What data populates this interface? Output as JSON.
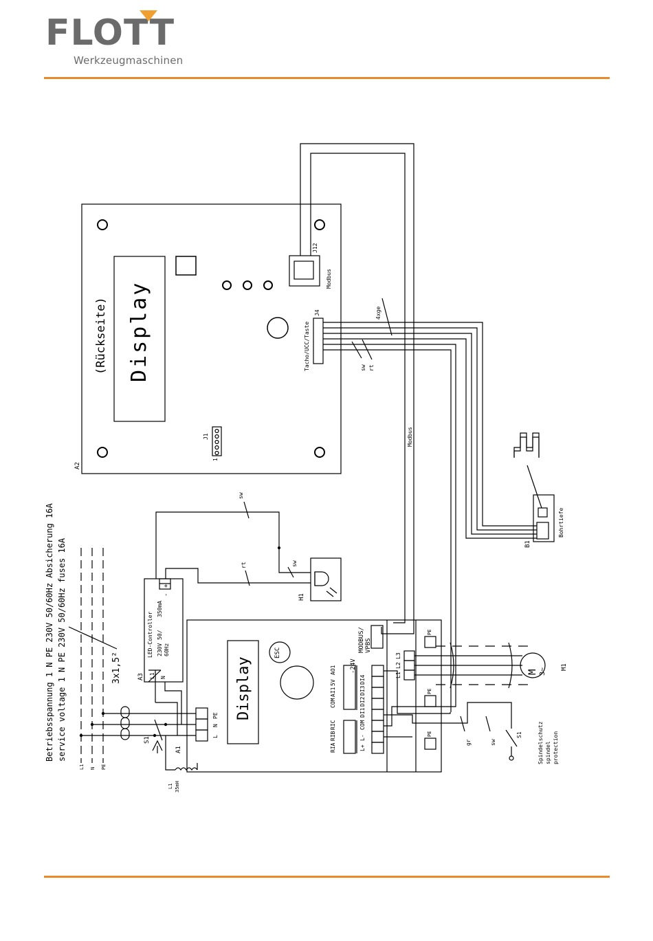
{
  "logo": {
    "word": "FLOTT",
    "sub": "Werkzeugmaschinen",
    "accent": "#f0a030",
    "gray": "#6b6b6b"
  },
  "rule_color": "#e8892c",
  "supply": {
    "line1": "Betriebsspannung 1 N PE 230V 50/60Hz Absicherung 16A",
    "line2": "service voltage 1 N PE 230V 50/60Hz fuses 16A",
    "cable": "3x1,5²",
    "l1": "L1",
    "n": "N",
    "pe": "PE"
  },
  "a2": {
    "tag": "A2",
    "display_line1": "(Rückseite)",
    "display_line2": "Display",
    "j1": "J1",
    "j4": "J4",
    "j4_label": "Tacho/UCC/Taste",
    "j12": "J12",
    "j12_label": "Modbus",
    "pin1": "1"
  },
  "wires": {
    "modbus": "Modbus",
    "four_ge": "4xge",
    "sw": "sw",
    "rt": "rt",
    "gr": "gr"
  },
  "b1": {
    "tag": "B1",
    "label": "Bohrtiefe"
  },
  "h1": {
    "tag": "H1"
  },
  "a3": {
    "tag": "A3",
    "title": "LED-Controller",
    "current": "350mA",
    "voltage": "230V 50/",
    "freq": "60Hz",
    "l1": "L1",
    "n": "N",
    "minus": "-",
    "plus": "+"
  },
  "a1": {
    "tag": "A1",
    "display": "Display",
    "esc": "ESC",
    "modbus": "MODBUS/",
    "vpbs": "VPBS",
    "pe": "PE",
    "left_terminals": [
      "AO1",
      "5V",
      "AI1",
      "COM",
      "",
      "RIC",
      "RIB",
      "RIA"
    ],
    "right_terminals": [
      "-24V",
      "DI4",
      "DI3",
      "DI2",
      "DI1",
      "COM",
      "L-",
      "L+"
    ],
    "power_terminals": [
      "PE",
      "N",
      "L"
    ],
    "motor_terminals": [
      "L3",
      "L2",
      "L1"
    ]
  },
  "m1": {
    "tag": "M1",
    "symbol": "M",
    "phase": "3~"
  },
  "s1": {
    "tag": "S1",
    "label1": "Spindelschutz",
    "label2": "spindel",
    "label3": "protection"
  },
  "l1": {
    "tag": "L1",
    "value": "35mH"
  },
  "switch": {
    "tag": "S1"
  }
}
